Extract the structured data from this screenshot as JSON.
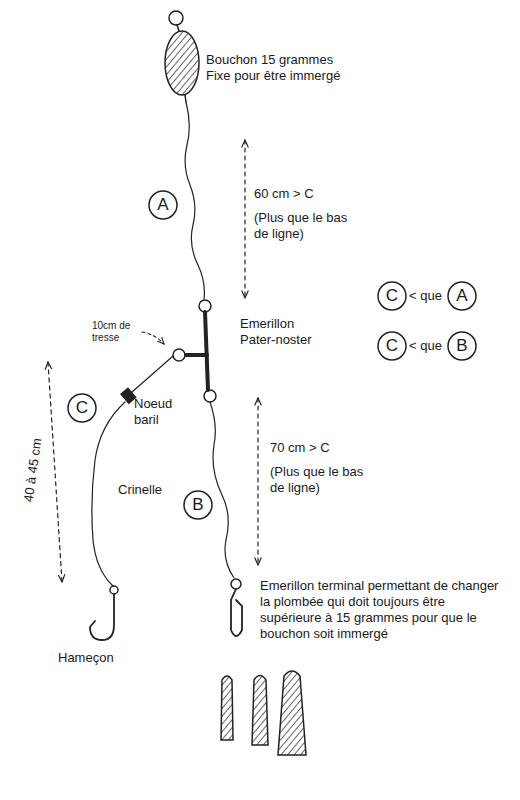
{
  "diagram": {
    "nodes": [
      {
        "text": [
          "A"
        ]
      },
      {
        "text": [
          "C"
        ]
      },
      {
        "text": [
          "A"
        ]
      },
      {
        "text": [
          "C"
        ]
      },
      {
        "text": [
          "B"
        ]
      },
      {
        "text": [
          "C"
        ]
      },
      {
        "text": [
          "B"
        ]
      }
    ],
    "labels": [
      "Bouchon 15 grammes Fixe pour être immergé",
      "60 cm > C",
      "(Plus que le bas de ligne)",
      "Emerillon Pater-noster",
      "< que",
      "< que",
      "10cm de tresse",
      "40 à 45 cm",
      "Noeud baril",
      "Crinelle",
      "70 cm > C",
      "(Plus que le bas de ligne)",
      "Emerillon terminal permettant de changer la plombée qui doit toujours être supérieure à 15 grammes pour que le bouchon soit immergé",
      "Hameçon"
    ]
  }
}
